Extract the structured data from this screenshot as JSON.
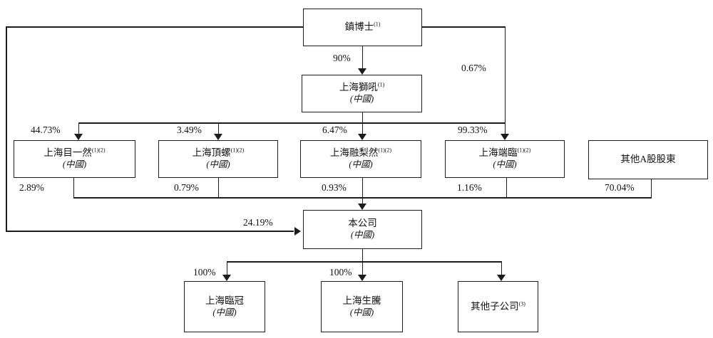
{
  "diagram": {
    "title": "shareholding-structure-chart",
    "line_color": "#1c1c1c",
    "nodes": {
      "zhen": {
        "name": "鎮博士",
        "sup": "(1)"
      },
      "shihou": {
        "name": "上海獅吼",
        "sup": "(1)",
        "country": "(中國)"
      },
      "muyiran": {
        "name": "上海目一然",
        "sup": "(1)(2)",
        "country": "(中國)"
      },
      "dingluo": {
        "name": "上海頂螺",
        "sup": "(1)(2)",
        "country": "(中國)"
      },
      "rongliran": {
        "name": "上海融梨然",
        "sup": "(1)(2)",
        "country": "(中國)"
      },
      "duanlin": {
        "name": "上海端臨",
        "sup": "(1)(2)",
        "country": "(中國)"
      },
      "other_a_shareholders": {
        "name": "其他A股股東"
      },
      "company": {
        "name": "本公司",
        "country": "(中國)"
      },
      "linguan": {
        "name": "上海臨冠",
        "country": "(中國)"
      },
      "shengteng": {
        "name": "上海生騰",
        "country": "(中國)"
      },
      "other_subsidiaries": {
        "name": "其他子公司",
        "sup": "(3)"
      }
    },
    "percentages": {
      "zhen_to_shihou": "90%",
      "zhen_to_duanlin": "0.67%",
      "shihou_to_muyiran": "44.73%",
      "shihou_to_dingluo": "3.49%",
      "shihou_to_rongliran": "6.47%",
      "shihou_to_duanlin": "99.33%",
      "muyiran_to_company": "2.89%",
      "dingluo_to_company": "0.79%",
      "rongliran_to_company": "0.93%",
      "duanlin_to_company": "1.16%",
      "other_a_to_company": "70.04%",
      "zhen_to_company": "24.19%",
      "company_to_linguan": "100%",
      "company_to_shengteng": "100%"
    }
  }
}
